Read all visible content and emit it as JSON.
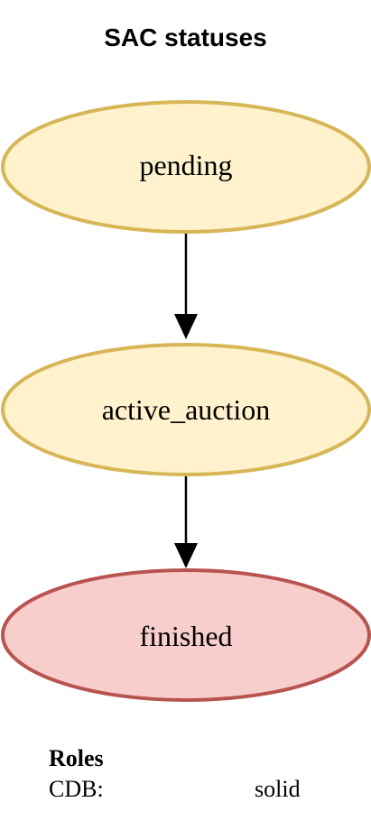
{
  "title": "SAC statuses",
  "nodes": [
    {
      "id": "pending",
      "label": "pending",
      "fill": "#fff2cc",
      "stroke": "#d6b656"
    },
    {
      "id": "active_auction",
      "label": "active_auction",
      "fill": "#fff2cc",
      "stroke": "#d6b656"
    },
    {
      "id": "finished",
      "label": "finished",
      "fill": "#f8cecc",
      "stroke": "#b85450"
    }
  ],
  "edges": [
    {
      "from": "pending",
      "to": "active_auction",
      "style": "solid"
    },
    {
      "from": "active_auction",
      "to": "finished",
      "style": "solid"
    }
  ],
  "legend": {
    "title": "Roles",
    "items": [
      {
        "role": "CDB:",
        "style": "solid"
      }
    ]
  }
}
